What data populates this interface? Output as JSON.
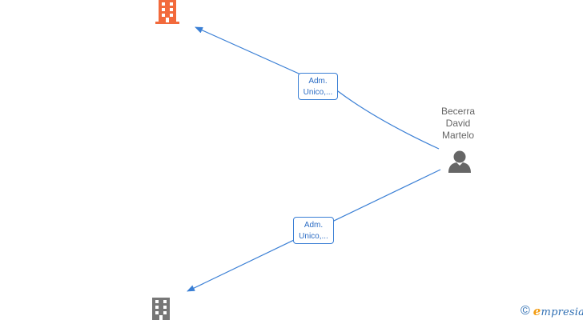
{
  "edges": [
    {
      "label_line1": "Adm.",
      "label_line2": "Unico,..."
    },
    {
      "label_line1": "Adm.",
      "label_line2": "Unico,..."
    }
  ],
  "person": {
    "name_line1": "Becerra",
    "name_line2": "David",
    "name_line3": "Martelo",
    "icon": "person-icon"
  },
  "companies": [
    {
      "icon": "building-icon",
      "color": "#f26a3c"
    },
    {
      "icon": "building-icon",
      "color": "#777777"
    }
  ],
  "colors": {
    "edge": "#3a7fd5",
    "person": "#666666"
  },
  "brand": {
    "copyright": "©",
    "initial": "e",
    "rest": "mpresia"
  }
}
